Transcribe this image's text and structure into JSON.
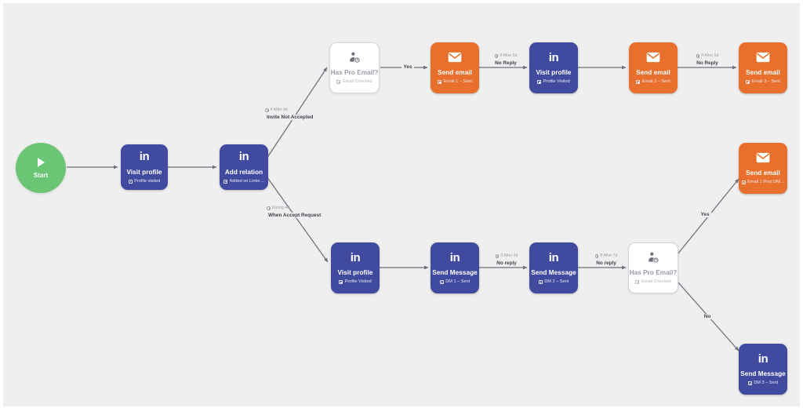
{
  "canvas": {
    "background_color": "#efefef",
    "node_colors": {
      "linkedin_blue": "#404ba0",
      "email_orange": "#e8702c",
      "start_green": "#6ac574",
      "condition_white": "#ffffff",
      "edge_gray": "#6e6e7c"
    }
  },
  "start_node": {
    "label": "Start",
    "icon": "play-icon"
  },
  "nodes": [
    {
      "id": "visit-profile-1",
      "title": "Visit profile",
      "subtitle": "Profile visited",
      "icon": "linkedin-in-icon",
      "kind": "linkedin"
    },
    {
      "id": "add-relation",
      "title": "Add relation",
      "subtitle": "Added on Linke…",
      "icon": "linkedin-in-icon",
      "kind": "linkedin"
    },
    {
      "id": "has-pro-email-top",
      "title": "Has Pro Email?",
      "subtitle": "Email Checked",
      "icon": "person-clock-icon",
      "kind": "condition"
    },
    {
      "id": "send-email-1",
      "title": "Send email",
      "subtitle": "Email 1 – Sent",
      "icon": "envelope-icon",
      "kind": "email"
    },
    {
      "id": "visit-profile-2",
      "title": "Visit profile",
      "subtitle": "Profile Visited",
      "icon": "linkedin-in-icon",
      "kind": "linkedin"
    },
    {
      "id": "send-email-2",
      "title": "Send email",
      "subtitle": "Email 2 – Sent",
      "icon": "envelope-icon",
      "kind": "email"
    },
    {
      "id": "send-email-3",
      "title": "Send email",
      "subtitle": "Email 3 – Sent",
      "icon": "envelope-icon",
      "kind": "email"
    },
    {
      "id": "send-email-post-dm",
      "title": "Send email",
      "subtitle": "Email 1 Post DM…",
      "icon": "envelope-icon",
      "kind": "email"
    },
    {
      "id": "visit-profile-3",
      "title": "Visit profile",
      "subtitle": "Profile Visited",
      "icon": "linkedin-in-icon",
      "kind": "linkedin"
    },
    {
      "id": "send-message-1",
      "title": "Send Message",
      "subtitle": "DM 1 – Sent",
      "icon": "linkedin-in-icon",
      "kind": "linkedin"
    },
    {
      "id": "send-message-2",
      "title": "Send Message",
      "subtitle": "DM 2 – Sent",
      "icon": "linkedin-in-icon",
      "kind": "linkedin"
    },
    {
      "id": "has-pro-email-bottom",
      "title": "Has Pro Email?",
      "subtitle": "Email Checked",
      "icon": "person-clock-icon",
      "kind": "condition"
    },
    {
      "id": "send-message-3",
      "title": "Send Message",
      "subtitle": "DM 3 – Sent",
      "icon": "linkedin-in-icon",
      "kind": "linkedin"
    }
  ],
  "edge_labels": [
    {
      "id": "invite-not-accepted",
      "delay": "If After 4d",
      "condition": "Invite Not Accepted"
    },
    {
      "id": "when-accept-request",
      "delay": "During 4d",
      "condition": "When Accept Request"
    },
    {
      "id": "yes-top",
      "delay": "",
      "condition": "Yes"
    },
    {
      "id": "no-reply-email-1",
      "delay": "If After 5d",
      "condition": "No Reply"
    },
    {
      "id": "no-reply-email-2",
      "delay": "If After 5d",
      "condition": "No Reply"
    },
    {
      "id": "no-reply-dm-1",
      "delay": "If After 2d",
      "condition": "No reply"
    },
    {
      "id": "no-reply-dm-2",
      "delay": "If After 7d",
      "condition": "No reply"
    },
    {
      "id": "yes-bottom",
      "delay": "",
      "condition": "Yes"
    },
    {
      "id": "no-bottom",
      "delay": "",
      "condition": "No"
    }
  ]
}
